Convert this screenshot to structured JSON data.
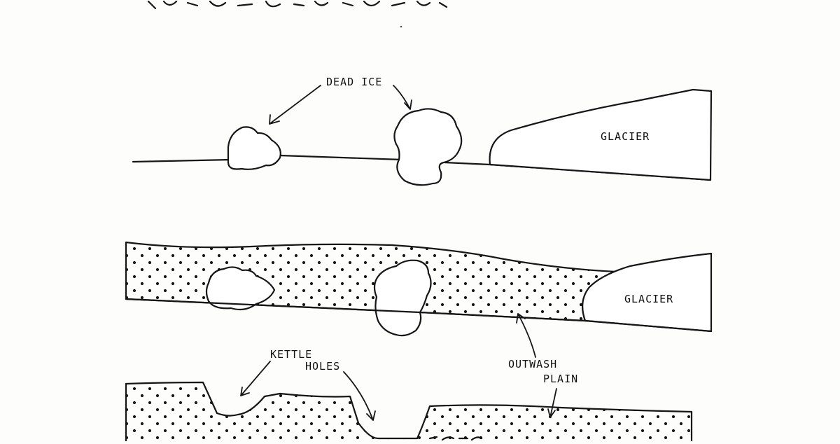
{
  "labels": {
    "dead_ice": "DEAD ICE",
    "glacier_top": "GLACIER",
    "glacier_middle": "GLACIER",
    "kettle": "KETTLE",
    "holes": "HOLES",
    "outwash": "OUTWASH",
    "plain": "PLAIN"
  },
  "colors": {
    "ink": "#161616",
    "paper": "#fdfdfb"
  }
}
